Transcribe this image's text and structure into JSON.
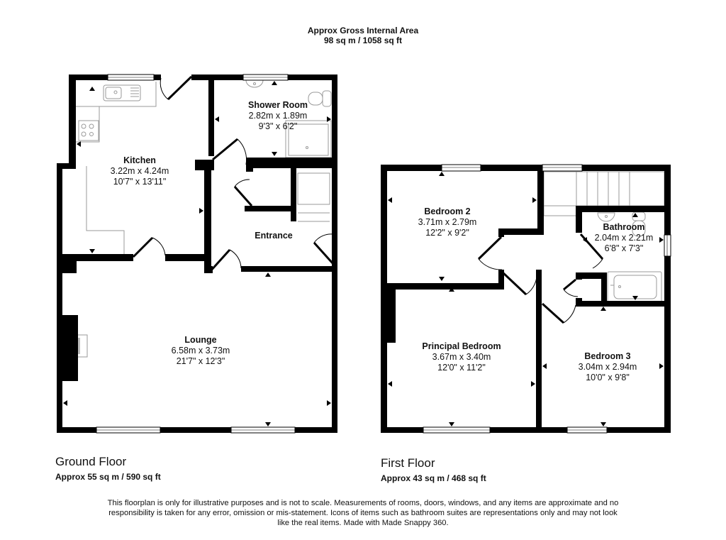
{
  "header": {
    "title": "Approx Gross Internal Area",
    "area": "98 sq m / 1058 sq ft"
  },
  "floors": [
    {
      "name": "Ground Floor",
      "area": "Approx 55 sq m / 590 sq ft",
      "rooms": [
        {
          "name": "Kitchen",
          "metric": "3.22m x 4.24m",
          "imperial": "10'7\" x 13'11\""
        },
        {
          "name": "Shower Room",
          "metric": "2.82m x 1.89m",
          "imperial": "9'3\" x 6'2\""
        },
        {
          "name": "Entrance",
          "metric": "",
          "imperial": ""
        },
        {
          "name": "Lounge",
          "metric": "6.58m x 3.73m",
          "imperial": "21'7\" x 12'3\""
        }
      ]
    },
    {
      "name": "First Floor",
      "area": "Approx 43 sq m / 468 sq ft",
      "rooms": [
        {
          "name": "Bedroom 2",
          "metric": "3.71m x 2.79m",
          "imperial": "12'2\" x 9'2\""
        },
        {
          "name": "Bathroom",
          "metric": "2.04m x 2.21m",
          "imperial": "6'8\" x 7'3\""
        },
        {
          "name": "Principal Bedroom",
          "metric": "3.67m x 3.40m",
          "imperial": "12'0\" x 11'2\""
        },
        {
          "name": "Bedroom 3",
          "metric": "3.04m x 2.94m",
          "imperial": "10'0\" x 9'8\""
        }
      ]
    }
  ],
  "footer": {
    "disclaimer": "This floorplan is only for illustrative purposes and is not to scale. Measurements of rooms, doors, windows, and any items are approximate and no responsibility is taken for any error, omission or mis-statement. Icons of items such as bathroom suites are representations only and may not look like the real items. Made with Made Snappy 360."
  },
  "colors": {
    "wall": "#000000",
    "fixture": "#9a9a9a",
    "background": "#ffffff"
  }
}
